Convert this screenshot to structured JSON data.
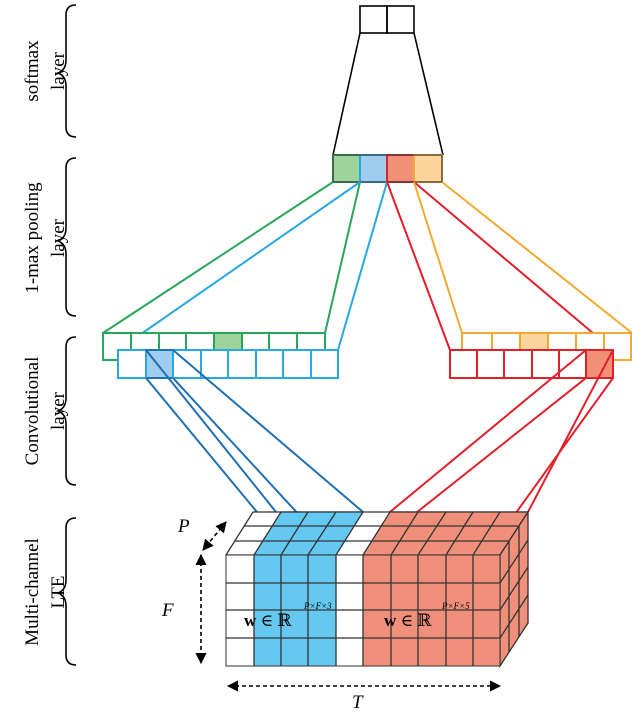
{
  "layers": {
    "softmax": [
      "softmax",
      "layer"
    ],
    "pooling": [
      "1-max pooling",
      "layer"
    ],
    "conv": [
      "Convolutional",
      "layer"
    ],
    "input": [
      "Multi-channel",
      "LTE"
    ]
  },
  "axes": {
    "p": "P",
    "f": "F",
    "t": "T"
  },
  "formulas": {
    "blue": {
      "w": "w",
      "in": "∈",
      "R": "ℝ",
      "sup": "P×F×3"
    },
    "red": {
      "w": "w",
      "in": "∈",
      "R": "ℝ",
      "sup": "P×F×5"
    }
  },
  "colors": {
    "green": "#2aa65a",
    "green_fill": "#9fd39c",
    "blue": "#2aa6e0",
    "blue_fill": "#9fcdf0",
    "red": "#e0202a",
    "red_fill": "#f29077",
    "orange": "#f5a830",
    "orange_fill": "#fdd49c",
    "dark_blue": "#1f6fb2",
    "cube_blue": "#64c8f0",
    "cube_red": "#f0907a"
  }
}
